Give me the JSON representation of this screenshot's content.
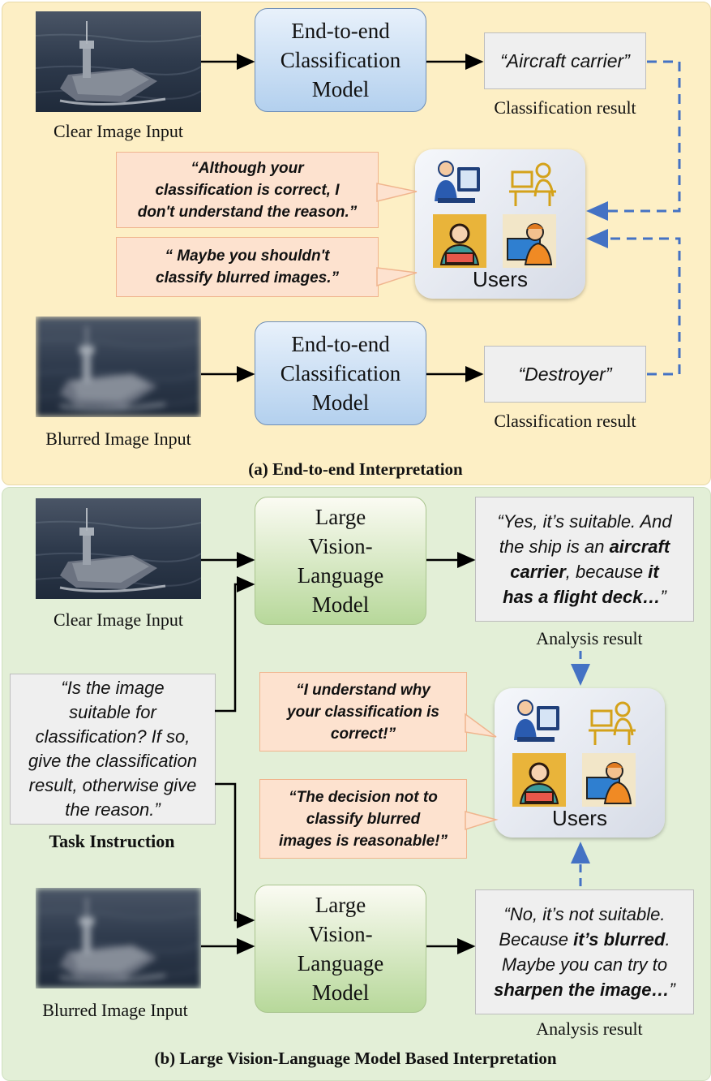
{
  "panel_a": {
    "title": "(a) End-to-end Interpretation",
    "clear_caption": "Clear Image Input",
    "blurred_caption": "Blurred Image Input",
    "model_top": [
      "End-to-end",
      "Classification",
      "Model"
    ],
    "model_bottom": [
      "End-to-end",
      "Classification",
      "Model"
    ],
    "result_top": "“Aircraft carrier”",
    "result_bottom": "“Destroyer”",
    "result_caption_top": "Classification result",
    "result_caption_bottom": "Classification result",
    "bubble_1": [
      "“Although your",
      "classification is correct, I",
      "don't understand the reason.”"
    ],
    "bubble_2": [
      "“ Maybe you shouldn't",
      "classify blurred images.”"
    ],
    "users_label": "Users"
  },
  "panel_b": {
    "title": "(b) Large Vision-Language Model Based Interpretation",
    "clear_caption": "Clear Image Input",
    "blurred_caption": "Blurred Image Input",
    "model_top": [
      "Large",
      "Vision-",
      "Language",
      "Model"
    ],
    "model_bottom": [
      "Large",
      "Vision-",
      "Language",
      "Model"
    ],
    "task_text": [
      "“Is the image",
      "suitable for",
      "classification? If so,",
      "give the classification",
      "result, otherwise give",
      "the reason.”"
    ],
    "task_caption": "Task Instruction",
    "result_top": {
      "l1": "“Yes, it’s suitable. And",
      "l2a": "the ship is an ",
      "l2b": "aircraft",
      "l3a": "carrier",
      "l3b": ", because ",
      "l3c": "it",
      "l4a": "has a flight deck…",
      "l4b": "”"
    },
    "result_bottom": {
      "l1": "“No, it’s not suitable.",
      "l2a": "Because ",
      "l2b": "it’s blurred",
      "l2c": ".",
      "l3": "Maybe you can try to",
      "l4a": "sharpen the image…",
      "l4b": "”"
    },
    "result_caption_top": "Analysis result",
    "result_caption_bottom": "Analysis result",
    "bubble_1": [
      "“I understand why",
      "your classification is",
      "correct!”"
    ],
    "bubble_2": [
      "“The decision not to",
      "classify blurred",
      "images is reasonable!”"
    ],
    "users_label": "Users"
  },
  "colors": {
    "panel_a_bg": "#fdefc5",
    "panel_b_bg": "#e3efd7",
    "dashed_arrow": "#4472c4",
    "bubble_bg": "#fde2cf"
  }
}
